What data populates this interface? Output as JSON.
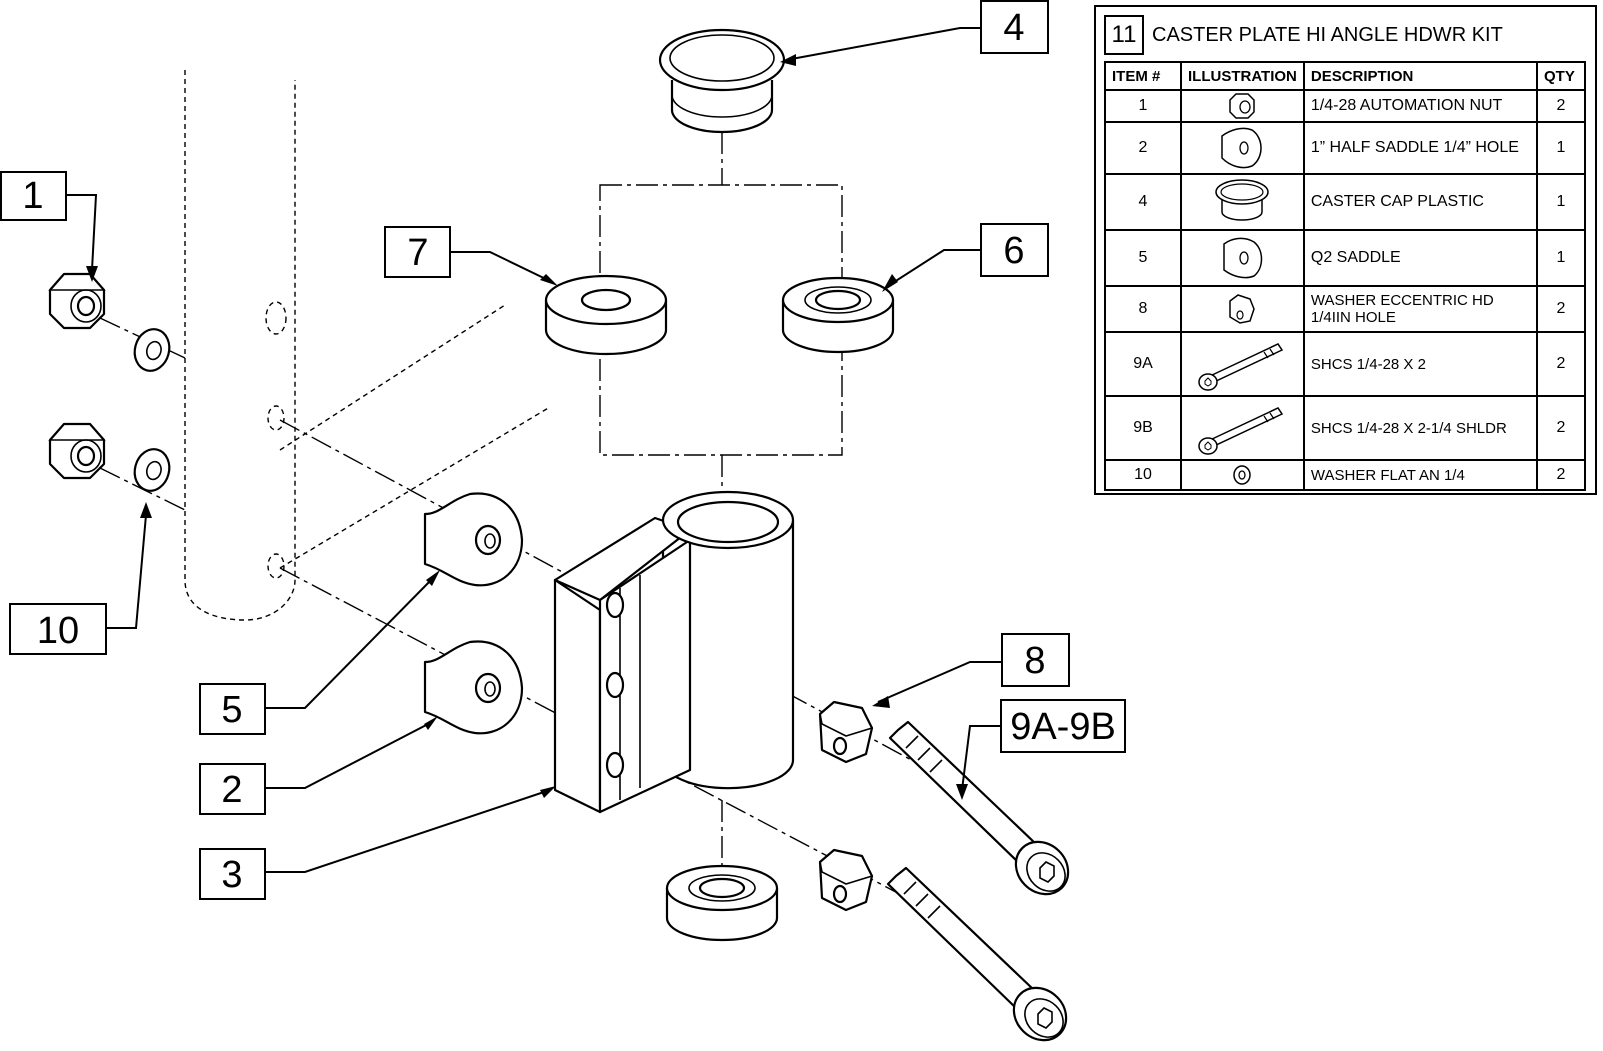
{
  "callouts": {
    "c1": "1",
    "c2": "2",
    "c3": "3",
    "c4": "4",
    "c5": "5",
    "c6": "6",
    "c7": "7",
    "c8": "8",
    "c9": "9A-9B",
    "c10": "10"
  },
  "kit": {
    "number": "11",
    "title": "CASTER PLATE HI ANGLE HDWR KIT",
    "headers": {
      "item": "ITEM #",
      "illustration": "ILLUSTRATION",
      "description": "DESCRIPTION",
      "qty": "QTY"
    },
    "rows": [
      {
        "item": "1",
        "description": "1/4-28 AUTOMATION NUT",
        "qty": "2",
        "icon": "hex-nut-icon"
      },
      {
        "item": "2",
        "description": "1” HALF SADDLE 1/4” HOLE",
        "qty": "1",
        "icon": "half-saddle-icon"
      },
      {
        "item": "4",
        "description": "CASTER CAP PLASTIC",
        "qty": "1",
        "icon": "caster-cap-icon"
      },
      {
        "item": "5",
        "description": "Q2 SADDLE",
        "qty": "1",
        "icon": "saddle-icon"
      },
      {
        "item": "8",
        "description": "WASHER ECCENTRIC HD 1/4IIN HOLE",
        "qty": "2",
        "icon": "eccentric-washer-icon"
      },
      {
        "item": "9A",
        "description": "SHCS 1/4-28 X 2",
        "qty": "2",
        "icon": "cap-screw-icon"
      },
      {
        "item": "9B",
        "description": "SHCS 1/4-28 X 2-1/4 SHLDR",
        "qty": "2",
        "icon": "shoulder-screw-icon"
      },
      {
        "item": "10",
        "description": "WASHER FLAT AN 1/4",
        "qty": "2",
        "icon": "flat-washer-icon"
      }
    ]
  }
}
